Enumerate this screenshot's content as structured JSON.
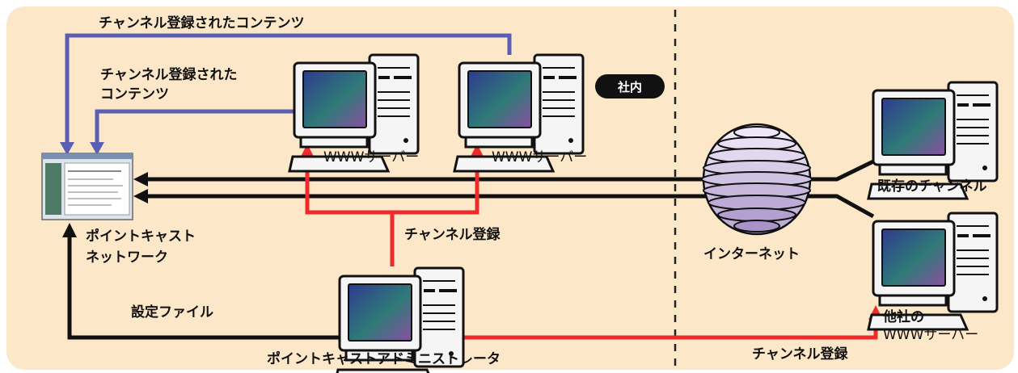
{
  "colors": {
    "background": "#fde7c9",
    "purple_line": "#5a5fb3",
    "red_line": "#ee2a2a",
    "black_line": "#111111",
    "badge": "#111111",
    "divider": "#222222"
  },
  "labels": {
    "channel_content_top": "チャンネル登録されたコンテンツ",
    "channel_content_left_line1": "チャンネル登録された",
    "channel_content_left_line2": "コンテンツ",
    "badge": "社内",
    "www_server_1": "WWWサーバー",
    "www_server_2": "WWWサーバー",
    "channel_register_center": "チャンネル登録",
    "pointcast_network_line1": "ポイントキャスト",
    "pointcast_network_line2": "ネットワーク",
    "settings_file": "設定ファイル",
    "administrator": "ポイントキャストアドミニストレータ",
    "internet": "インターネット",
    "existing_channel": "既存のチャンネル",
    "other_company_line1": "他社の",
    "other_company_line2": "WWWサーバー",
    "channel_register_bottom": "チャンネル登録"
  },
  "icons": {
    "computer": "desktop-computer-icon",
    "globe": "internet-globe-icon",
    "window": "pointcast-window-icon"
  }
}
